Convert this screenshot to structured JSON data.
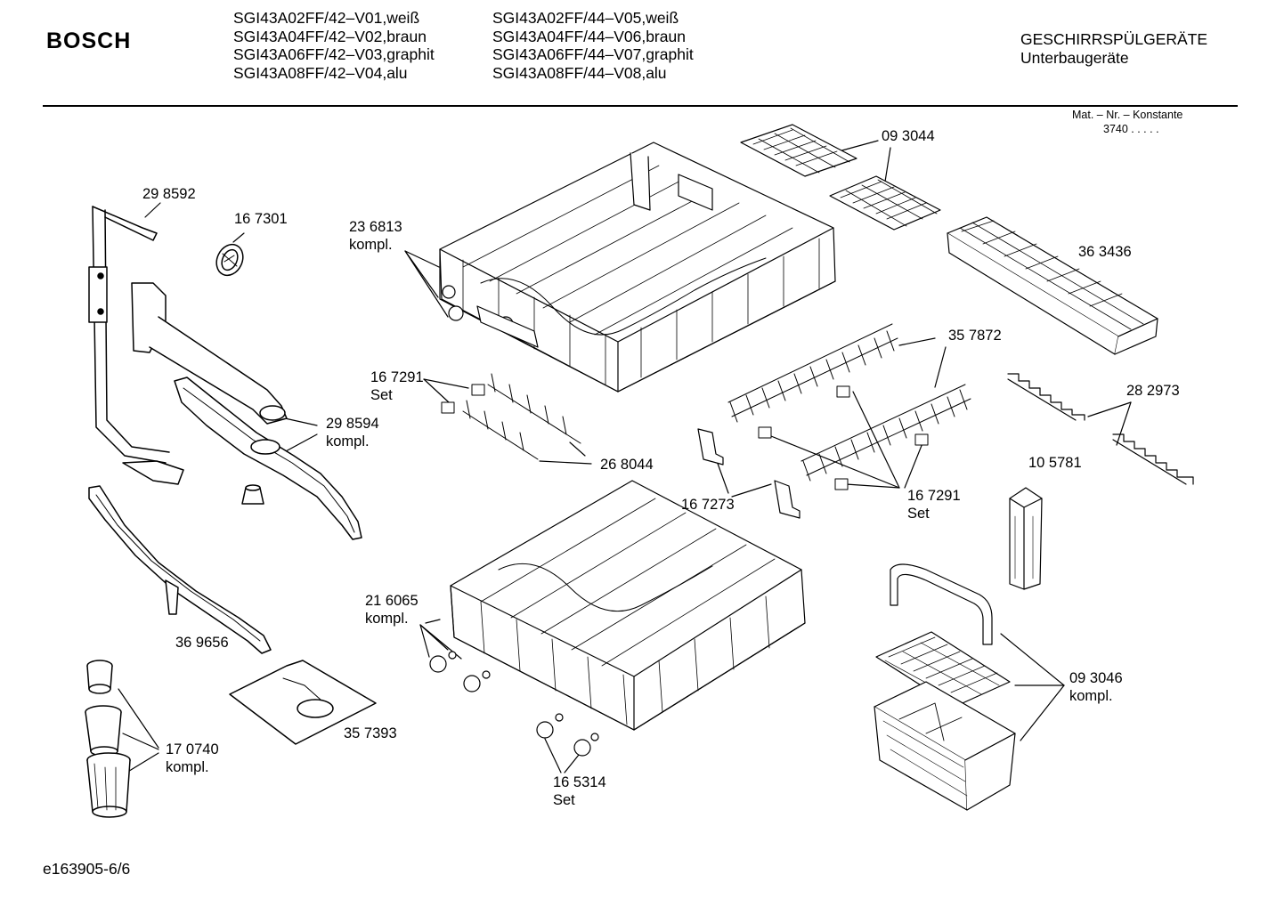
{
  "header": {
    "brand": "BOSCH",
    "models_col1": [
      "SGI43A02FF/42–V01,weiß",
      "SGI43A04FF/42–V02,braun",
      "SGI43A06FF/42–V03,graphit",
      "SGI43A08FF/42–V04,alu"
    ],
    "models_col2": [
      "SGI43A02FF/44–V05,weiß",
      "SGI43A04FF/44–V06,braun",
      "SGI43A06FF/44–V07,graphit",
      "SGI43A08FF/44–V08,alu"
    ],
    "category": "GESCHIRRSPÜLGERÄTE",
    "subcategory": "Unterbaugeräte",
    "mat_nr_label": "Mat. – Nr. – Konstante",
    "mat_nr_value": "3740  .  .  .  .  ."
  },
  "parts": {
    "p298592": {
      "line1": "29 8592"
    },
    "p167301": {
      "line1": "16 7301"
    },
    "p236813": {
      "line1": "23 6813",
      "line2": "kompl."
    },
    "p093044": {
      "line1": "09 3044"
    },
    "p363436": {
      "line1": "36 3436"
    },
    "p357872": {
      "line1": "35 7872"
    },
    "p167291a": {
      "line1": "16 7291",
      "line2": "Set"
    },
    "p298594": {
      "line1": "29 8594",
      "line2": "kompl."
    },
    "p268044": {
      "line1": "26 8044"
    },
    "p282973": {
      "line1": "28 2973"
    },
    "p105781": {
      "line1": "10 5781"
    },
    "p167273": {
      "line1": "16 7273"
    },
    "p167291b": {
      "line1": "16 7291",
      "line2": "Set"
    },
    "p216065": {
      "line1": "21 6065",
      "line2": "kompl."
    },
    "p369656": {
      "line1": "36 9656"
    },
    "p093046": {
      "line1": "09 3046",
      "line2": "kompl."
    },
    "p357393": {
      "line1": "35 7393"
    },
    "p170740": {
      "line1": "17 0740",
      "line2": "kompl."
    },
    "p165314": {
      "line1": "16 5314",
      "line2": "Set"
    }
  },
  "footer": {
    "code": "e163905-6/6"
  }
}
